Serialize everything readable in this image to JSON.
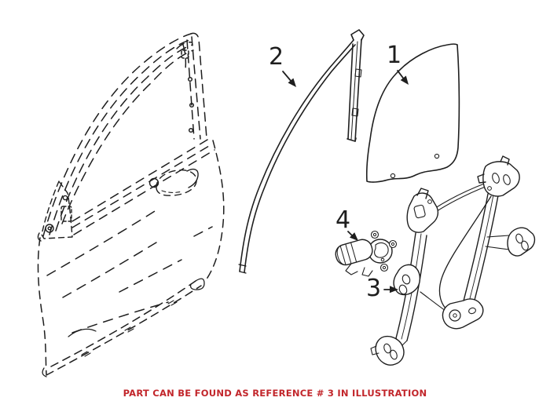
{
  "diagram": {
    "callouts": [
      {
        "label": "1"
      },
      {
        "label": "2"
      },
      {
        "label": "3"
      },
      {
        "label": "4"
      }
    ],
    "caption": "PART CAN BE FOUND AS REFERENCE # 3 IN ILLUSTRATION"
  },
  "colors": {
    "line": "#1e1e1e",
    "caption_red": "#c2262b",
    "background": "#ffffff"
  }
}
